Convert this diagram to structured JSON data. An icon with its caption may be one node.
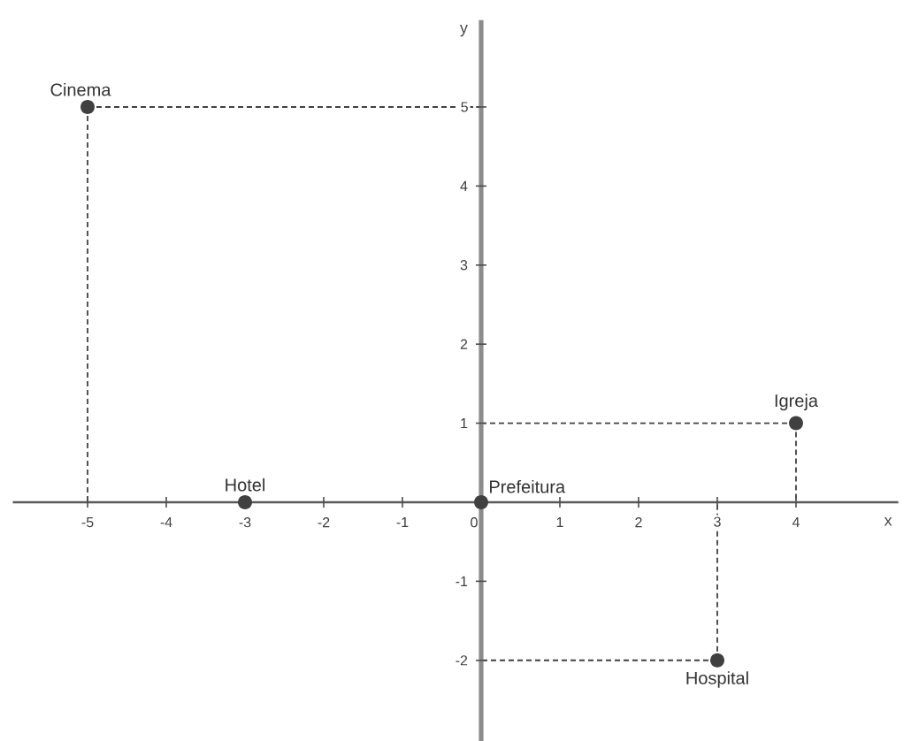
{
  "diagram": {
    "chart_data": {
      "type": "scatter",
      "xlabel": "x",
      "ylabel": "y",
      "x": [
        -5,
        -3,
        0,
        4,
        3
      ],
      "series": [
        {
          "values": [
            5,
            0,
            0,
            1,
            -2
          ]
        }
      ],
      "xlim": [
        -5.95,
        5.3
      ],
      "ylim": [
        -3.05,
        6.1
      ],
      "xticks": [
        -5,
        -4,
        -3,
        -2,
        -1,
        0,
        1,
        2,
        3,
        4
      ],
      "yticks": [
        -2,
        -1,
        1,
        2,
        3,
        4,
        5
      ],
      "annotations": [
        {
          "x": -5,
          "y": 5,
          "text": "Cinema"
        },
        {
          "x": -3,
          "y": 0,
          "text": "Hotel"
        },
        {
          "x": 0,
          "y": 0,
          "text": "Prefeitura"
        },
        {
          "x": 4,
          "y": 1,
          "text": "Igreja"
        },
        {
          "x": 3,
          "y": -2,
          "text": "Hospital"
        }
      ]
    }
  }
}
